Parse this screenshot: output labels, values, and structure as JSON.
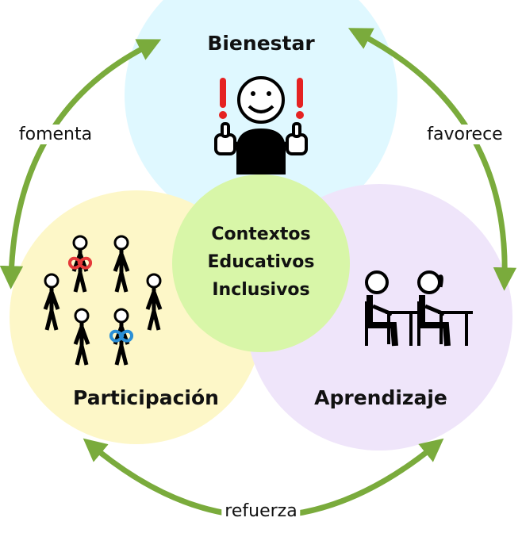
{
  "circles": {
    "bienestar": {
      "label": "Bienestar",
      "color": "#dff8ff",
      "icon": "smiling-person-thumbs-up-exclamation-icon"
    },
    "participacion": {
      "label": "Participación",
      "color": "#fdf7c8",
      "icon": "group-of-people-icon"
    },
    "aprendizaje": {
      "label": "Aprendizaje",
      "color": "#efe5fa",
      "icon": "students-at-desks-icon"
    },
    "center": {
      "lines": [
        "Contextos",
        "Educativos",
        "Inclusivos"
      ],
      "color": "#d8f6a8"
    }
  },
  "arrows": {
    "color": "#7aab3c",
    "left": "fomenta",
    "right": "favorece",
    "bottom": "refuerza"
  }
}
